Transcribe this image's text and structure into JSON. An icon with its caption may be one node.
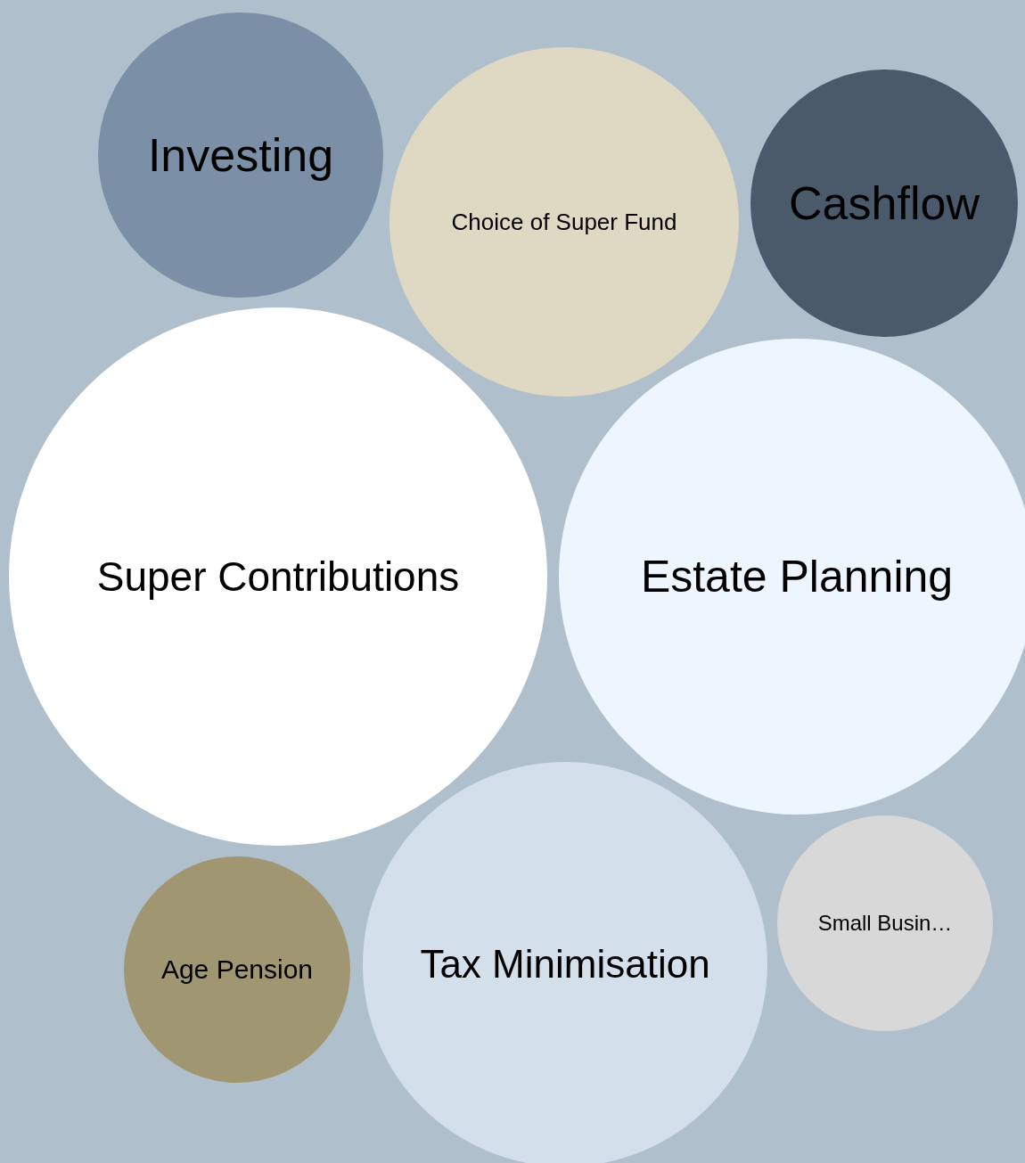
{
  "diagram": {
    "nodes": [
      {
        "text": [
          "Investing"
        ]
      },
      {
        "text": [
          "Choice of Super Fund"
        ]
      },
      {
        "text": [
          "Cashflow"
        ]
      },
      {
        "text": [
          "Super Contributions"
        ]
      },
      {
        "text": [
          "Estate Planning"
        ]
      },
      {
        "text": [
          "Age Pension"
        ]
      },
      {
        "text": [
          "Tax Minimisation"
        ]
      },
      {
        "text": [
          "Small Busin…"
        ]
      }
    ]
  }
}
